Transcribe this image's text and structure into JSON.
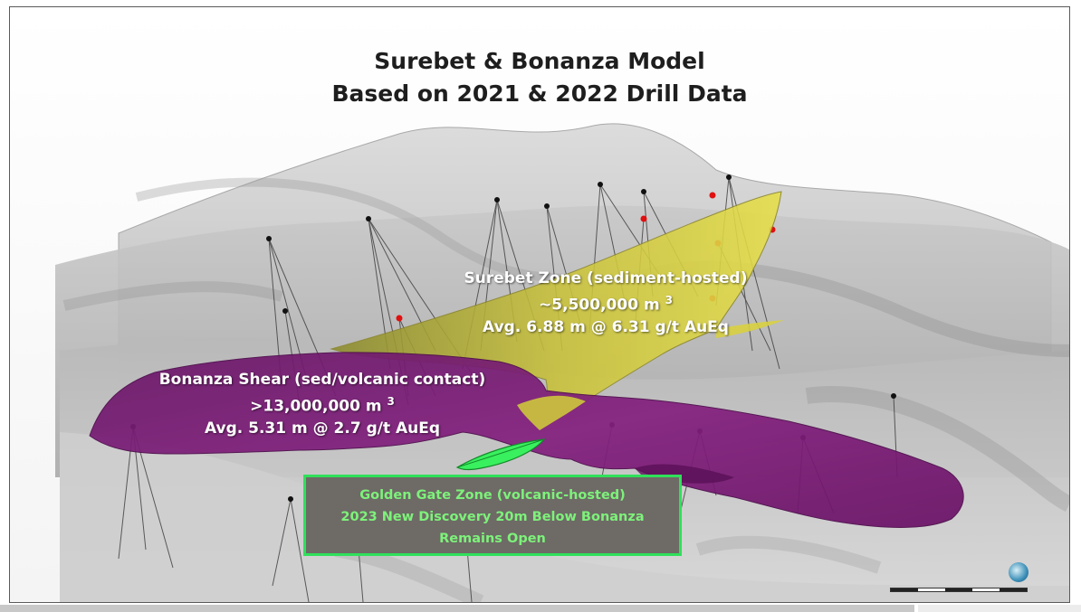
{
  "title_line1": "Surebet & Bonanza Model",
  "title_line2": "Based on 2021 & 2022 Drill Data",
  "surebet": {
    "name": "Surebet Zone (sediment-hosted)",
    "volume": "~5,500,000 m",
    "volume_exp": "3",
    "grade": "Avg. 6.88 m @ 6.31 g/t AuEq"
  },
  "bonanza": {
    "name": "Bonanza Shear (sed/volcanic contact)",
    "volume": ">13,000,000 m",
    "volume_exp": "3",
    "grade": "Avg. 5.31 m @ 2.7 g/t AuEq"
  },
  "golden_gate": {
    "line1": "Golden Gate Zone (volcanic-hosted)",
    "line2": "2023 New Discovery 20m Below Bonanza",
    "line3": "Remains Open"
  },
  "colors": {
    "surebet_zone": "#d6d03a",
    "bonanza_zone": "#7a1a78",
    "golden_gate_zone": "#39f05e",
    "box_border": "#2fe05a",
    "box_text": "#7df27a",
    "box_fill": "#6e6a66"
  }
}
